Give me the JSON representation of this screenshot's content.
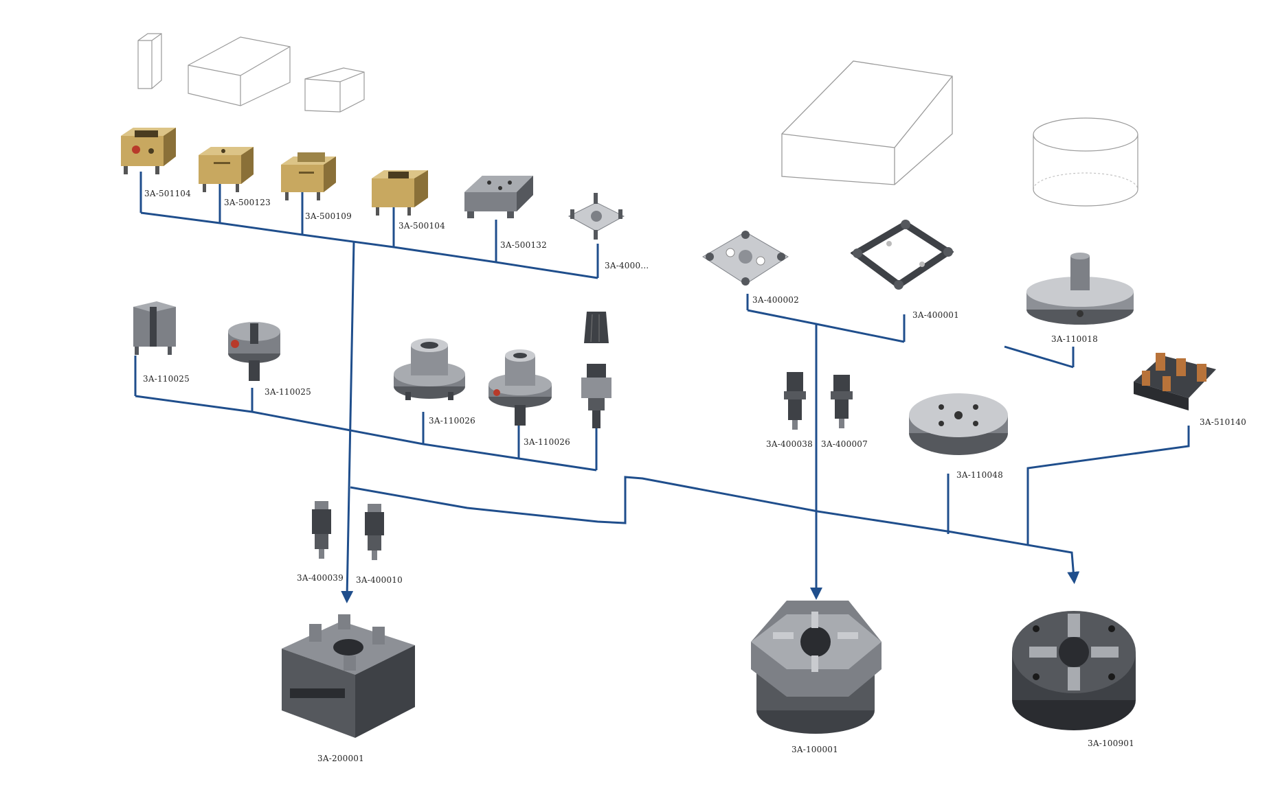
{
  "colors": {
    "connector": "#1f4e8c",
    "metal_dark": "#4a4d52",
    "metal_mid": "#7d8086",
    "metal_light": "#c9cbcf",
    "brass": "#c8a860",
    "brass_dark": "#8a7038",
    "copper": "#b8733a",
    "red_badge": "#b83a2a",
    "outline": "#9a9a9a"
  },
  "parts": {
    "p501104": "3A-501104",
    "p500123": "3A-500123",
    "p500109": "3A-500109",
    "p500104": "3A-500104",
    "p500132": "3A-500132",
    "p4000x": "3A-4000…",
    "p400002": "3A-400002",
    "p400001": "3A-400001",
    "p110018": "3A-110018",
    "p110025a": "3A-110025",
    "p110025b": "3A-110025",
    "p110026a": "3A-110026",
    "p110026b": "3A-110026",
    "p400038": "3A-400038",
    "p400007": "3A-400007",
    "p110048": "3A-110048",
    "p510140": "3A-510140",
    "p400039": "3A-400039",
    "p400010": "3A-400010",
    "p200001": "3A-200001",
    "p100001": "3A-100001",
    "p100901": "3A-100901"
  }
}
